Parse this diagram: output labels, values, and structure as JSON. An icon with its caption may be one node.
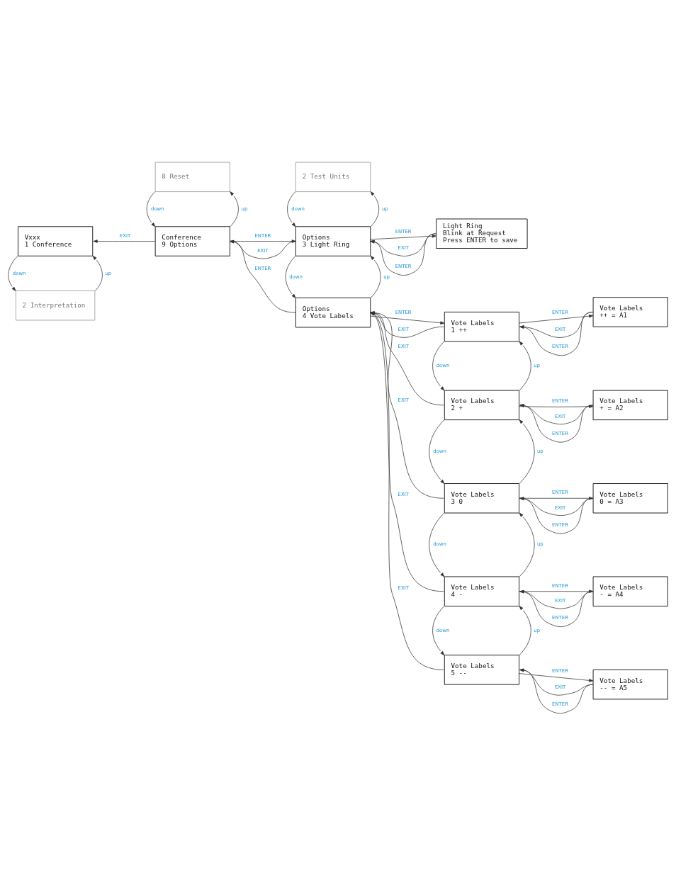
{
  "diagram": {
    "nodes": [
      {
        "text": [
          "Vxxx",
          "1 Conference"
        ]
      },
      {
        "text": [
          "2 Interpretation"
        ]
      },
      {
        "text": [
          "8 Reset"
        ]
      },
      {
        "text": [
          "Conference",
          "9 Options"
        ]
      },
      {
        "text": [
          "2 Test Units"
        ]
      },
      {
        "text": [
          "Options",
          "3 Light Ring"
        ]
      },
      {
        "text": [
          "Light Ring",
          "Blink at Request",
          "Press ENTER to save"
        ]
      },
      {
        "text": [
          "Options",
          "4 Vote Labels"
        ]
      },
      {
        "text": [
          "Vote Labels",
          "1 ++"
        ]
      },
      {
        "text": [
          "Vote Labels",
          "++ = A1"
        ]
      },
      {
        "text": [
          "Vote Labels",
          "2 +"
        ]
      },
      {
        "text": [
          "Vote Labels",
          "+ = A2"
        ]
      },
      {
        "text": [
          "Vote Labels",
          "3 0"
        ]
      },
      {
        "text": [
          "Vote Labels",
          "0 = A3"
        ]
      },
      {
        "text": [
          "Vote Labels",
          "4 -"
        ]
      },
      {
        "text": [
          "Vote Labels",
          "- = A4"
        ]
      },
      {
        "text": [
          "Vote Labels",
          "5 --"
        ]
      },
      {
        "text": [
          "Vote Labels",
          "-- = A5"
        ]
      }
    ],
    "edges": [
      {
        "from": 0,
        "to": 1,
        "arrow": "to",
        "label": "down"
      },
      {
        "from": 1,
        "to": 0,
        "arrow": "to",
        "label": "up"
      },
      {
        "from": 2,
        "to": 3,
        "arrow": "to",
        "label": "down"
      },
      {
        "from": 3,
        "to": 2,
        "arrow": "to",
        "label": "up"
      },
      {
        "from": 3,
        "to": 0,
        "arrow": "to",
        "label": "EXIT"
      },
      {
        "from": 3,
        "to": 5,
        "arrow": "to",
        "label": "ENTER"
      },
      {
        "from": 5,
        "to": 3,
        "arrow": "to",
        "label": "EXIT"
      },
      {
        "from": 4,
        "to": 5,
        "arrow": "to",
        "label": "down"
      },
      {
        "from": 5,
        "to": 4,
        "arrow": "to",
        "label": "up"
      },
      {
        "from": 5,
        "to": 6,
        "arrow": "to",
        "label": "ENTER"
      },
      {
        "from": 6,
        "to": 5,
        "arrow": "to",
        "label": "EXIT"
      },
      {
        "from": 6,
        "to": 5,
        "arrow": "to",
        "label": "ENTER"
      },
      {
        "from": 5,
        "to": 7,
        "arrow": "to",
        "label": "down"
      },
      {
        "from": 7,
        "to": 5,
        "arrow": "to",
        "label": "up"
      },
      {
        "from": 7,
        "to": 3,
        "arrow": "to",
        "label": "ENTER"
      },
      {
        "from": 7,
        "to": 8,
        "arrow": "to",
        "label": "ENTER"
      },
      {
        "from": 8,
        "to": 7,
        "arrow": "to",
        "label": "EXIT"
      },
      {
        "from": 8,
        "to": 9,
        "arrow": "to",
        "label": "ENTER"
      },
      {
        "from": 9,
        "to": 8,
        "arrow": "to",
        "label": "EXIT"
      },
      {
        "from": 9,
        "to": 8,
        "arrow": "to",
        "label": "ENTER"
      },
      {
        "from": 8,
        "to": 10,
        "arrow": "to",
        "label": "down"
      },
      {
        "from": 10,
        "to": 8,
        "arrow": "to",
        "label": "up"
      },
      {
        "from": 10,
        "to": 11,
        "arrow": "to",
        "label": "ENTER"
      },
      {
        "from": 11,
        "to": 10,
        "arrow": "to",
        "label": "EXIT"
      },
      {
        "from": 11,
        "to": 10,
        "arrow": "to",
        "label": "ENTER"
      },
      {
        "from": 10,
        "to": 7,
        "arrow": "to",
        "label": "EXIT"
      },
      {
        "from": 10,
        "to": 12,
        "arrow": "to",
        "label": "down"
      },
      {
        "from": 12,
        "to": 10,
        "arrow": "to",
        "label": "up"
      },
      {
        "from": 12,
        "to": 13,
        "arrow": "to",
        "label": "ENTER"
      },
      {
        "from": 13,
        "to": 12,
        "arrow": "to",
        "label": "EXIT"
      },
      {
        "from": 13,
        "to": 12,
        "arrow": "to",
        "label": "ENTER"
      },
      {
        "from": 12,
        "to": 7,
        "arrow": "to",
        "label": "EXIT"
      },
      {
        "from": 12,
        "to": 14,
        "arrow": "to",
        "label": "down"
      },
      {
        "from": 14,
        "to": 12,
        "arrow": "to",
        "label": "up"
      },
      {
        "from": 14,
        "to": 15,
        "arrow": "to",
        "label": "ENTER"
      },
      {
        "from": 15,
        "to": 14,
        "arrow": "to",
        "label": "EXIT"
      },
      {
        "from": 15,
        "to": 14,
        "arrow": "to",
        "label": "ENTER"
      },
      {
        "from": 14,
        "to": 7,
        "arrow": "to",
        "label": "EXIT"
      },
      {
        "from": 14,
        "to": 16,
        "arrow": "to",
        "label": "down"
      },
      {
        "from": 16,
        "to": 14,
        "arrow": "to",
        "label": "up"
      },
      {
        "from": 16,
        "to": 17,
        "arrow": "to",
        "label": "ENTER"
      },
      {
        "from": 17,
        "to": 16,
        "arrow": "to",
        "label": "EXIT"
      },
      {
        "from": 17,
        "to": 16,
        "arrow": "to",
        "label": "ENTER"
      },
      {
        "from": 16,
        "to": 7,
        "arrow": "to",
        "label": "EXIT"
      }
    ]
  }
}
